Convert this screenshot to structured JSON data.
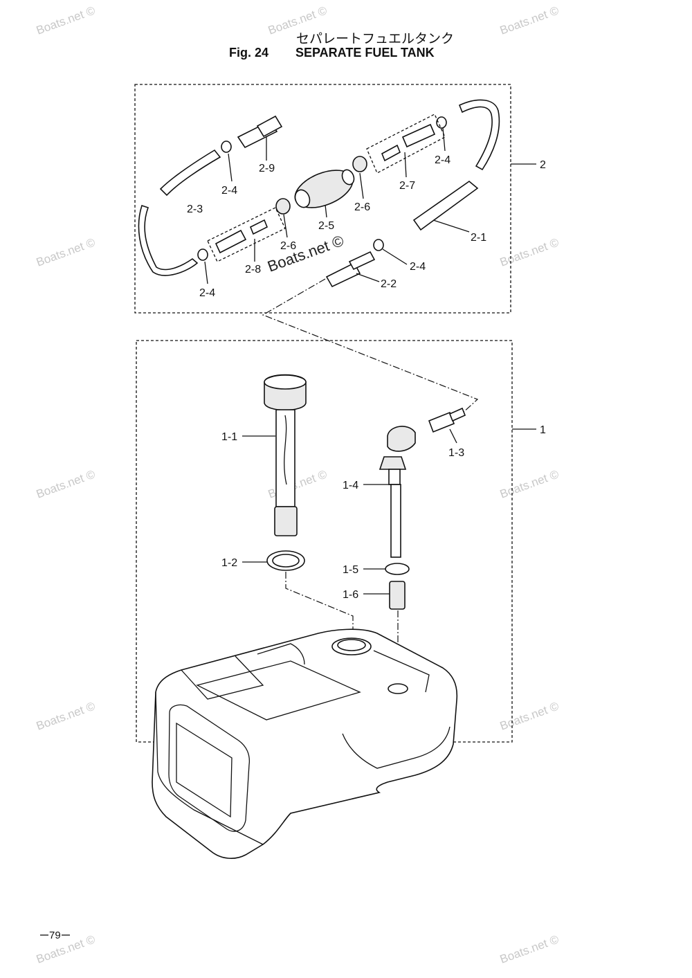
{
  "header": {
    "title_jp": "セパレートフュエルタンク",
    "fig_number": "Fig. 24",
    "title_en": "SEPARATE FUEL TANK"
  },
  "group_labels": {
    "hose_assy": "2",
    "tank_assy": "1"
  },
  "part_labels": {
    "p2_1": "2-1",
    "p2_2": "2-2",
    "p2_3": "2-3",
    "p2_4_a": "2-4",
    "p2_4_b": "2-4",
    "p2_4_c": "2-4",
    "p2_4_d": "2-4",
    "p2_5": "2-5",
    "p2_6_a": "2-6",
    "p2_6_b": "2-6",
    "p2_7": "2-7",
    "p2_8": "2-8",
    "p2_9": "2-9",
    "p1_1": "1-1",
    "p1_2": "1-2",
    "p1_3": "1-3",
    "p1_4": "1-4",
    "p1_5": "1-5",
    "p1_6": "1-6"
  },
  "watermark": "Boats.net ©",
  "page_number": "79"
}
